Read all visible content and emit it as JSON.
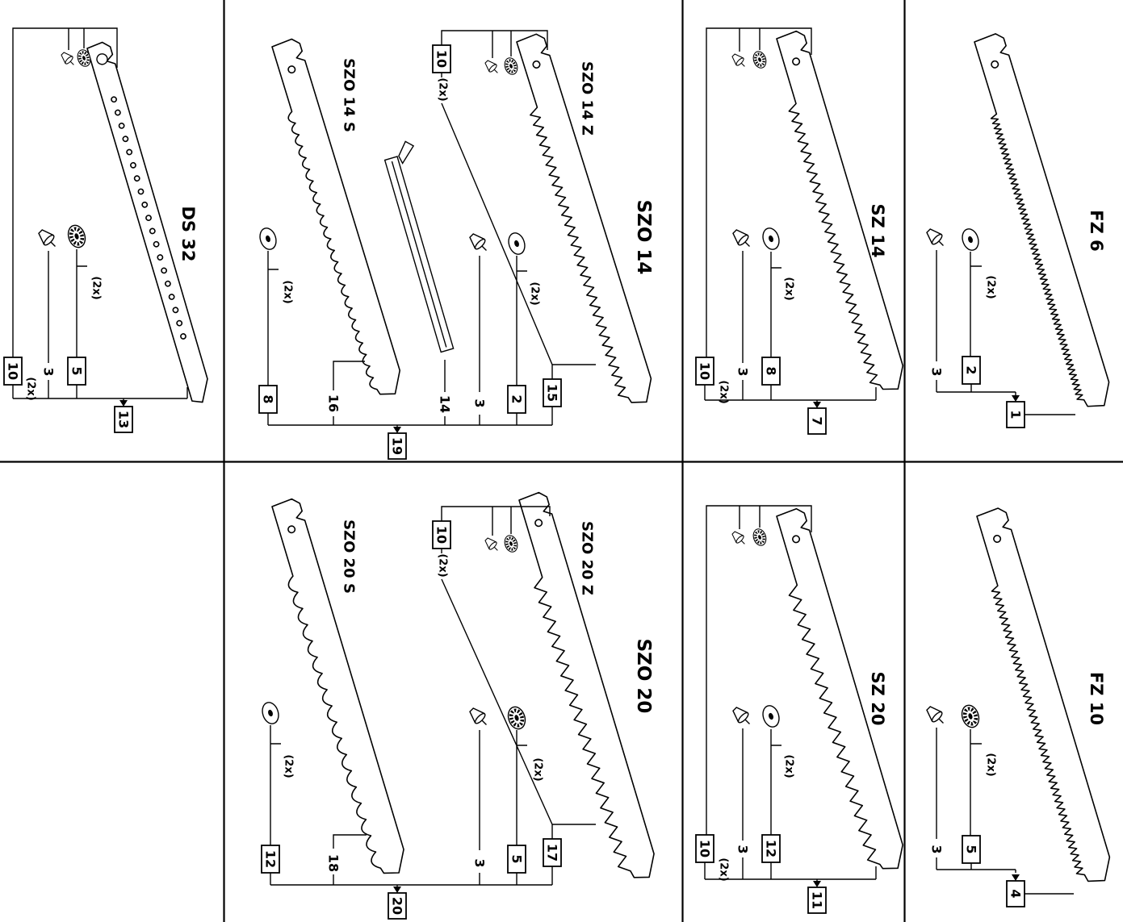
{
  "panels": {
    "fz6": {
      "title": "FZ 6",
      "screw": "3",
      "washer": "2",
      "washer_qty": "(2x)",
      "result": "1"
    },
    "fz10": {
      "title": "FZ 10",
      "screw": "3",
      "washer": "5",
      "washer_qty": "(2x)",
      "result": "4"
    },
    "sz14": {
      "title": "SZ 14",
      "kit": "10",
      "kit_qty": "(2x)",
      "screw": "3",
      "washer": "8",
      "washer_qty": "(2x)",
      "result": "7"
    },
    "sz20": {
      "title": "SZ 20",
      "kit": "10",
      "kit_qty": "(2x)",
      "screw": "3",
      "washer": "12",
      "washer_qty": "(2x)",
      "result": "11"
    },
    "szo14": {
      "title": "SZO 14",
      "blade_s_label": "SZO 14 S",
      "blade_z_label": "SZO 14 Z",
      "kit": "10",
      "kit_qty": "(2x)",
      "washer_s": "8",
      "washer_s_qty": "(2x)",
      "blade_s": "16",
      "guard": "14",
      "screw": "3",
      "washer_z": "2",
      "washer_z_qty": "(2x)",
      "blade_z": "15",
      "result": "19"
    },
    "szo20": {
      "title": "SZO 20",
      "blade_s_label": "SZO 20 S",
      "blade_z_label": "SZO 20 Z",
      "kit": "10",
      "kit_qty": "(2x)",
      "washer_s": "12",
      "washer_s_qty": "(2x)",
      "blade_s": "18",
      "screw": "3",
      "washer_z": "5",
      "washer_z_qty": "(2x)",
      "blade_z": "17",
      "result": "20"
    },
    "ds32": {
      "title": "DS 32",
      "kit": "10",
      "kit_qty": "(2x)",
      "screw": "3",
      "washer": "5",
      "washer_qty": "(2x)",
      "result": "13"
    }
  }
}
